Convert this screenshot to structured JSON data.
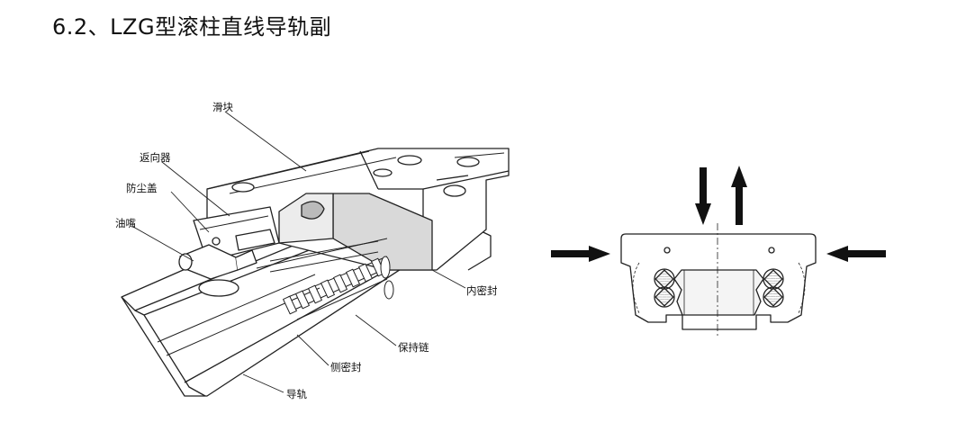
{
  "title": "6.2、LZG型滚柱直线导轨副",
  "labels": {
    "slider": "滑块",
    "reverser": "返向器",
    "dust_cover": "防尘盖",
    "oil_nozzle": "油嘴",
    "inner_seal": "内密封",
    "cage_chain": "保持链",
    "side_seal": "侧密封",
    "rail": "导轨"
  },
  "colors": {
    "line": "#222222",
    "section_fill": "#d9d9d9",
    "arrow": "#111111"
  },
  "icons": {
    "load_arrows": "arrow-icon"
  }
}
